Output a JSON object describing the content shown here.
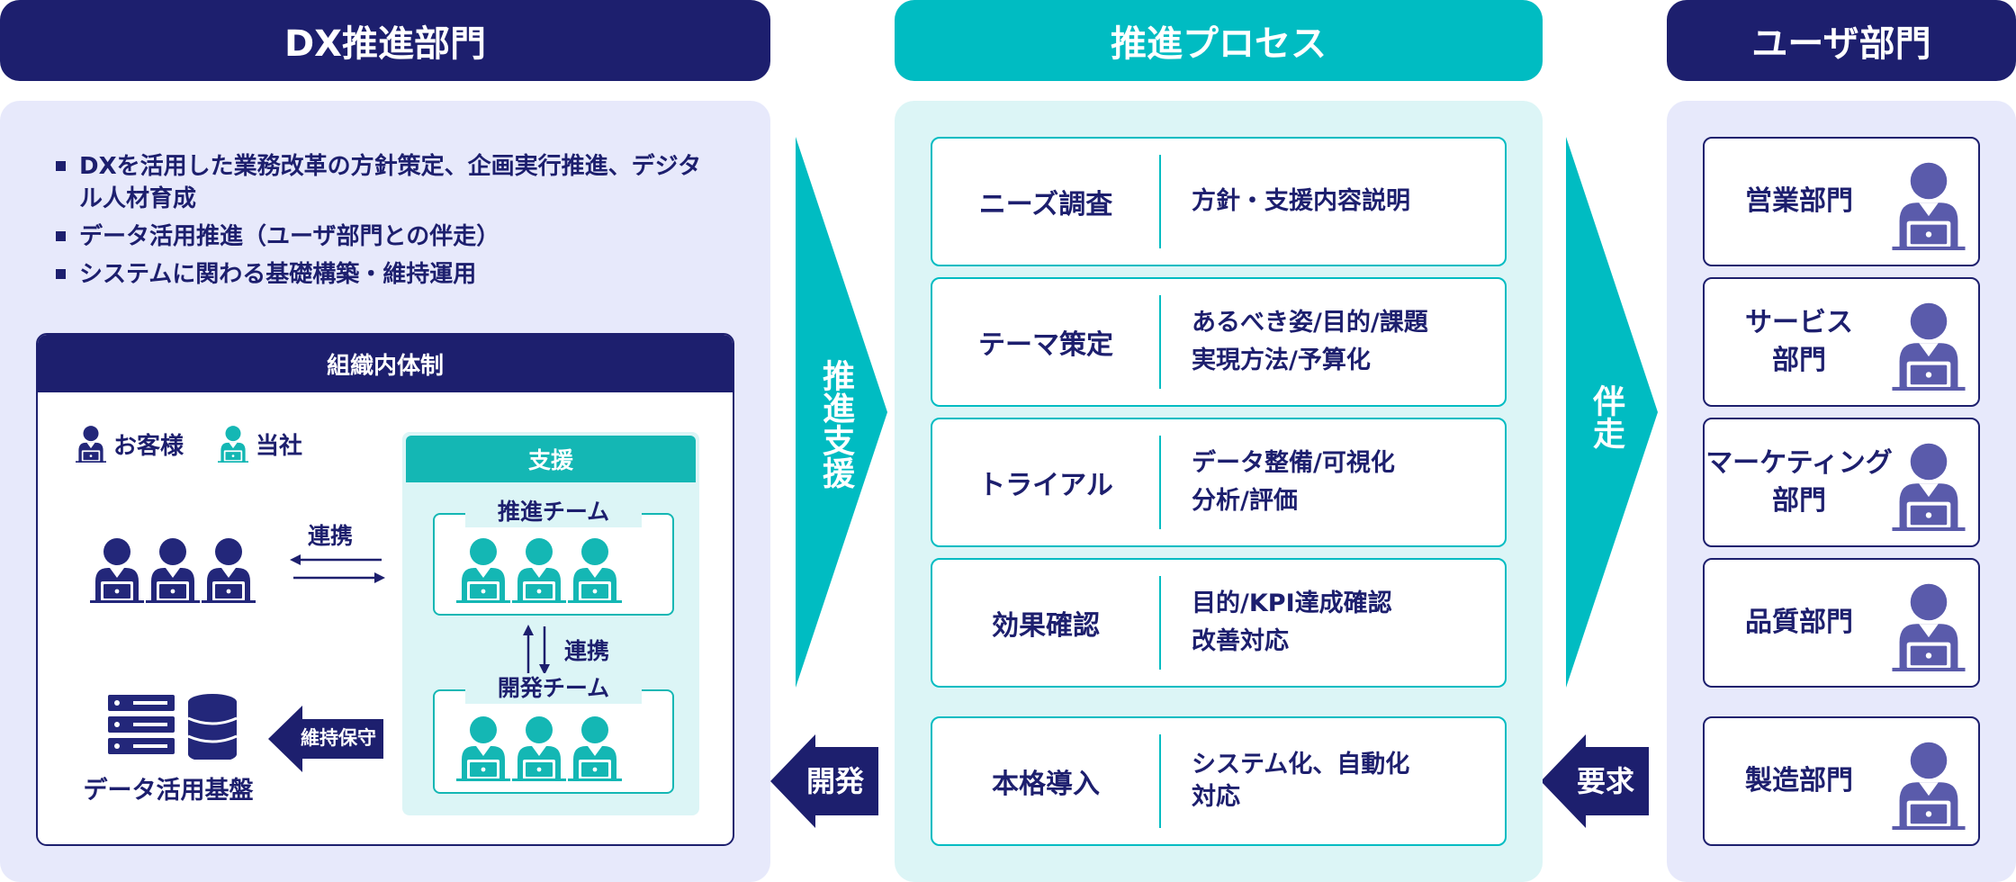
{
  "left": {
    "header": "DX推進部門",
    "bullets": [
      "DXを活用した業務改革の方針策定、企画実行推進、デジタル人材育成",
      "データ活用推進（ユーザ部門との伴走）",
      "システムに関わる基礎構築・維持運用"
    ],
    "org": {
      "title": "組織内体制",
      "legend_customer": "お客様",
      "legend_company": "当社",
      "support_title": "支援",
      "team_promo": "推進チーム",
      "team_dev": "開発チーム",
      "link_label_1": "連携",
      "link_label_2": "連携",
      "maintain_label": "維持保守",
      "data_platform": "データ活用基盤"
    }
  },
  "center": {
    "header": "推進プロセス",
    "steps": [
      {
        "name": "ニーズ調査",
        "desc": [
          "方針・支援内容説明"
        ]
      },
      {
        "name": "テーマ策定",
        "desc": [
          "あるべき姿/目的/課題",
          "実現方法/予算化"
        ]
      },
      {
        "name": "トライアル",
        "desc": [
          "データ整備/可視化",
          "分析/評価"
        ]
      },
      {
        "name": "効果確認",
        "desc": [
          "目的/KPI達成確認",
          "改善対応"
        ]
      },
      {
        "name": "本格導入",
        "desc": [
          "システム化、自動化",
          "対応"
        ]
      }
    ]
  },
  "right": {
    "header": "ユーザ部門",
    "departments": [
      {
        "line1": "営業部門",
        "line2": ""
      },
      {
        "line1": "サービス",
        "line2": "部門"
      },
      {
        "line1": "マーケティング",
        "line2": "部門"
      },
      {
        "line1": "品質部門",
        "line2": ""
      },
      {
        "line1": "製造部門",
        "line2": ""
      }
    ]
  },
  "arrows": {
    "promote_support": "推進支援",
    "accompany": "伴走",
    "develop": "開発",
    "request": "要求"
  },
  "colors": {
    "navy": "#1d1f6e",
    "teal": "#00bcc2",
    "light_lavender": "#e7e9fb",
    "light_teal": "#dcf5f6",
    "person_navy": "#23277a",
    "person_purple": "#5a5bab",
    "person_teal": "#14b7b4"
  }
}
